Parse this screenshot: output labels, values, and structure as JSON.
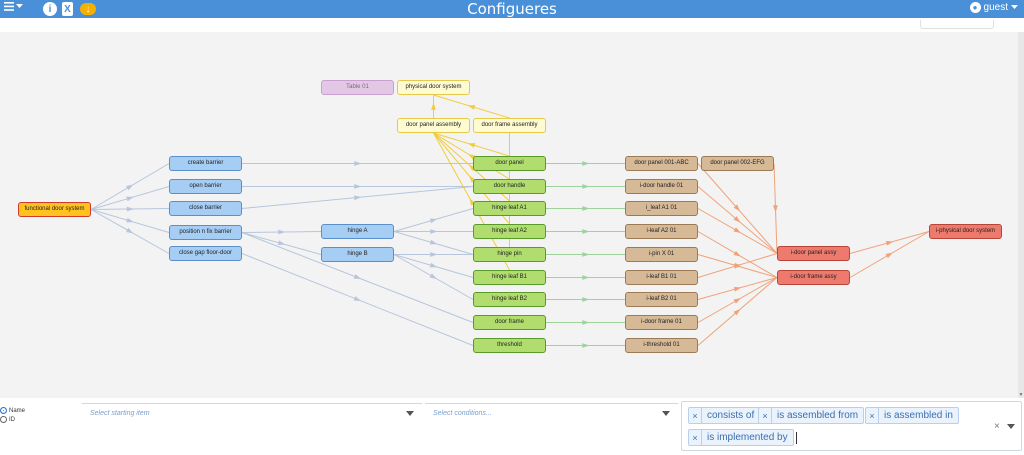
{
  "header": {
    "brand": "Configueres",
    "menu_icon": "hamburger-icon",
    "info_icon_glyph": "i",
    "excel_icon_glyph": "X",
    "cloud_icon_glyph": "↓",
    "user": "guest"
  },
  "colors": {
    "header_bg": "#4a90d9",
    "function_node": "#a6cef5",
    "part_node": "#b0dd6e",
    "implementation_node": "#d6b996",
    "assembly_node": "#ee7a6d",
    "root_node": "#ffc21f",
    "physical_node": "#fffbd0",
    "table_node": "#e3c8e6",
    "edge_function": "#b7c6dc",
    "edge_part": "#9ed39e",
    "edge_assembly": "#f0a27a",
    "edge_physical": "#f2cc3c"
  },
  "graph": {
    "nodes": [
      {
        "id": "table01",
        "label": "Table 01",
        "kind": "purple"
      },
      {
        "id": "pds",
        "label": "physical door system",
        "kind": "yellow"
      },
      {
        "id": "dpa",
        "label": "door panel assembly",
        "kind": "yellow"
      },
      {
        "id": "dfa",
        "label": "door frame assembly",
        "kind": "yellow"
      },
      {
        "id": "fds",
        "label": "functional door system",
        "kind": "orange"
      },
      {
        "id": "cb",
        "label": "create barrier",
        "kind": "blue"
      },
      {
        "id": "ob",
        "label": "open barrier",
        "kind": "blue"
      },
      {
        "id": "clb",
        "label": "close barrier",
        "kind": "blue"
      },
      {
        "id": "pnfb",
        "label": "position n fix barrier",
        "kind": "blue"
      },
      {
        "id": "cgfd",
        "label": "close gap floor-door",
        "kind": "blue"
      },
      {
        "id": "ha",
        "label": "hinge A",
        "kind": "blue"
      },
      {
        "id": "hb",
        "label": "hinge B",
        "kind": "blue"
      },
      {
        "id": "dp",
        "label": "door panel",
        "kind": "green"
      },
      {
        "id": "dh",
        "label": "door handle",
        "kind": "green"
      },
      {
        "id": "hla1",
        "label": "hinge leaf A1",
        "kind": "green"
      },
      {
        "id": "hla2",
        "label": "hinge leaf A2",
        "kind": "green"
      },
      {
        "id": "hp",
        "label": "hinge pin",
        "kind": "green"
      },
      {
        "id": "hlb1",
        "label": "hinge leaf B1",
        "kind": "green"
      },
      {
        "id": "hlb2",
        "label": "hinge leaf B2",
        "kind": "green"
      },
      {
        "id": "df",
        "label": "door frame",
        "kind": "green"
      },
      {
        "id": "th",
        "label": "threshold",
        "kind": "green"
      },
      {
        "id": "dp001",
        "label": "door panel 001-ABC",
        "kind": "tan"
      },
      {
        "id": "dp002",
        "label": "door panel 002-EFG",
        "kind": "tan"
      },
      {
        "id": "idh01",
        "label": "i-door handle 01",
        "kind": "tan"
      },
      {
        "id": "ila101",
        "label": "i_leaf A1 01",
        "kind": "tan"
      },
      {
        "id": "ila201",
        "label": "i-leaf A2 01",
        "kind": "tan"
      },
      {
        "id": "ipx01",
        "label": "i-pin X 01",
        "kind": "tan"
      },
      {
        "id": "ilb101",
        "label": "i-leaf B1 01",
        "kind": "tan"
      },
      {
        "id": "ilb201",
        "label": "i-leaf B2 01",
        "kind": "tan"
      },
      {
        "id": "idf01",
        "label": "i-door frame 01",
        "kind": "tan"
      },
      {
        "id": "ith01",
        "label": "i-threshold 01",
        "kind": "tan"
      },
      {
        "id": "idpa",
        "label": "i-door panel assy",
        "kind": "red"
      },
      {
        "id": "idfa",
        "label": "i-door frame assy",
        "kind": "red"
      },
      {
        "id": "ipds",
        "label": "i-physical door system",
        "kind": "red"
      }
    ],
    "edges": [
      [
        "fds",
        "cb",
        "function"
      ],
      [
        "fds",
        "ob",
        "function"
      ],
      [
        "fds",
        "clb",
        "function"
      ],
      [
        "fds",
        "pnfb",
        "function"
      ],
      [
        "fds",
        "cgfd",
        "function"
      ],
      [
        "cb",
        "dp",
        "function"
      ],
      [
        "ob",
        "dh",
        "function"
      ],
      [
        "clb",
        "dh",
        "function"
      ],
      [
        "pnfb",
        "ha",
        "function"
      ],
      [
        "pnfb",
        "hb",
        "function"
      ],
      [
        "pnfb",
        "df",
        "function"
      ],
      [
        "cgfd",
        "th",
        "function"
      ],
      [
        "ha",
        "hla1",
        "function"
      ],
      [
        "ha",
        "hla2",
        "function"
      ],
      [
        "ha",
        "hp",
        "function"
      ],
      [
        "hb",
        "hp",
        "function"
      ],
      [
        "hb",
        "hlb1",
        "function"
      ],
      [
        "hb",
        "hlb2",
        "function"
      ],
      [
        "dp",
        "dp001",
        "part"
      ],
      [
        "dh",
        "idh01",
        "part"
      ],
      [
        "hla1",
        "ila101",
        "part"
      ],
      [
        "hla2",
        "ila201",
        "part"
      ],
      [
        "hp",
        "ipx01",
        "part"
      ],
      [
        "hlb1",
        "ilb101",
        "part"
      ],
      [
        "hlb2",
        "ilb201",
        "part"
      ],
      [
        "df",
        "idf01",
        "part"
      ],
      [
        "th",
        "ith01",
        "part"
      ],
      [
        "dp001",
        "idpa",
        "assembly"
      ],
      [
        "dp002",
        "idpa",
        "assembly"
      ],
      [
        "idh01",
        "idpa",
        "assembly"
      ],
      [
        "ila101",
        "idpa",
        "assembly"
      ],
      [
        "ila201",
        "idfa",
        "assembly"
      ],
      [
        "ipx01",
        "idfa",
        "assembly"
      ],
      [
        "ilb101",
        "idpa",
        "assembly"
      ],
      [
        "ilb201",
        "idfa",
        "assembly"
      ],
      [
        "idf01",
        "idfa",
        "assembly"
      ],
      [
        "ith01",
        "idfa",
        "assembly"
      ],
      [
        "idpa",
        "ipds",
        "assembly"
      ],
      [
        "idfa",
        "ipds",
        "assembly"
      ],
      [
        "dp",
        "dpa",
        "physical"
      ],
      [
        "dh",
        "dpa",
        "physical"
      ],
      [
        "hla1",
        "dpa",
        "physical"
      ],
      [
        "hla2",
        "dpa",
        "physical"
      ],
      [
        "hlb1",
        "dpa",
        "physical"
      ],
      [
        "hp",
        "dfa",
        "physical"
      ],
      [
        "hla1",
        "dfa",
        "physical"
      ],
      [
        "dpa",
        "pds",
        "physical"
      ],
      [
        "dfa",
        "pds",
        "physical"
      ]
    ]
  },
  "controls": {
    "radio_name": "Name",
    "radio_id": "ID",
    "start_placeholder": "Select starting item",
    "conditions_placeholder": "Select conditions...",
    "tags": [
      "consists of",
      "is assembled from",
      "is assembled in",
      "is implemented by"
    ],
    "tag_remove_glyph": "×",
    "clear_glyph": "×"
  }
}
